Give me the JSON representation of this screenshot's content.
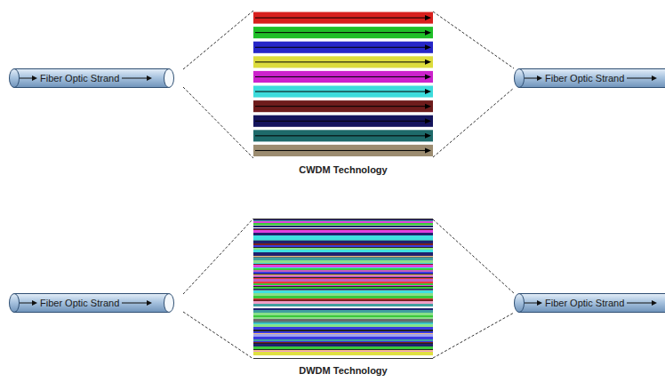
{
  "diagram": {
    "nodes": [
      {
        "text": [
          "Fiber Optic Strand"
        ]
      },
      {
        "text": [
          "CWDM Technology"
        ]
      },
      {
        "text": [
          "Fiber Optic Strand"
        ]
      },
      {
        "text": [
          "Fiber Optic Strand"
        ]
      },
      {
        "text": [
          "DWDM Technology"
        ]
      },
      {
        "text": [
          "Fiber Optic Strand"
        ]
      }
    ],
    "edges": [
      {
        "from": 0,
        "to": 1,
        "arrow": "none"
      },
      {
        "from": 1,
        "to": 2,
        "arrow": "none"
      },
      {
        "from": 3,
        "to": 4,
        "arrow": "none"
      },
      {
        "from": 4,
        "to": 5,
        "arrow": "none"
      }
    ]
  }
}
